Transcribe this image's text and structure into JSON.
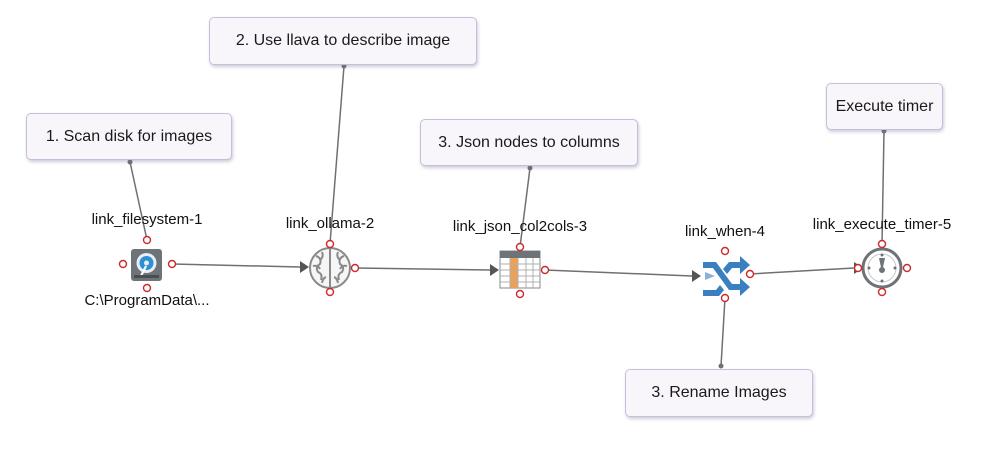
{
  "notes": [
    {
      "id": "note-scan",
      "text": "1. Scan disk for images"
    },
    {
      "id": "note-llava",
      "text": "2. Use llava to describe image"
    },
    {
      "id": "note-json",
      "text": "3. Json nodes to columns"
    },
    {
      "id": "note-timer",
      "text": "Execute timer"
    },
    {
      "id": "note-rename",
      "text": "3. Rename Images"
    }
  ],
  "nodes": [
    {
      "id": "link_filesystem-1",
      "label": "link_filesystem-1",
      "sublabel": "C:\\ProgramData\\...",
      "icon": "hard-disk-icon"
    },
    {
      "id": "link_ollama-2",
      "label": "link_ollama-2",
      "icon": "brain-icon"
    },
    {
      "id": "link_json_col2cols-3",
      "label": "link_json_col2cols-3",
      "icon": "table-columns-icon"
    },
    {
      "id": "link_when-4",
      "label": "link_when-4",
      "icon": "switch-arrows-icon"
    },
    {
      "id": "link_execute_timer-5",
      "label": "link_execute_timer-5",
      "icon": "stopwatch-icon"
    }
  ],
  "colors": {
    "edge": "#707070",
    "port": "#cc2a2a",
    "disk": "#6e7378",
    "disk_accent": "#2e8fd6",
    "brain": "#8a8a8a",
    "table_header": "#6e7378",
    "table_accent": "#f0a050",
    "switch": "#3a7fbf",
    "timer": "#6e7378"
  }
}
